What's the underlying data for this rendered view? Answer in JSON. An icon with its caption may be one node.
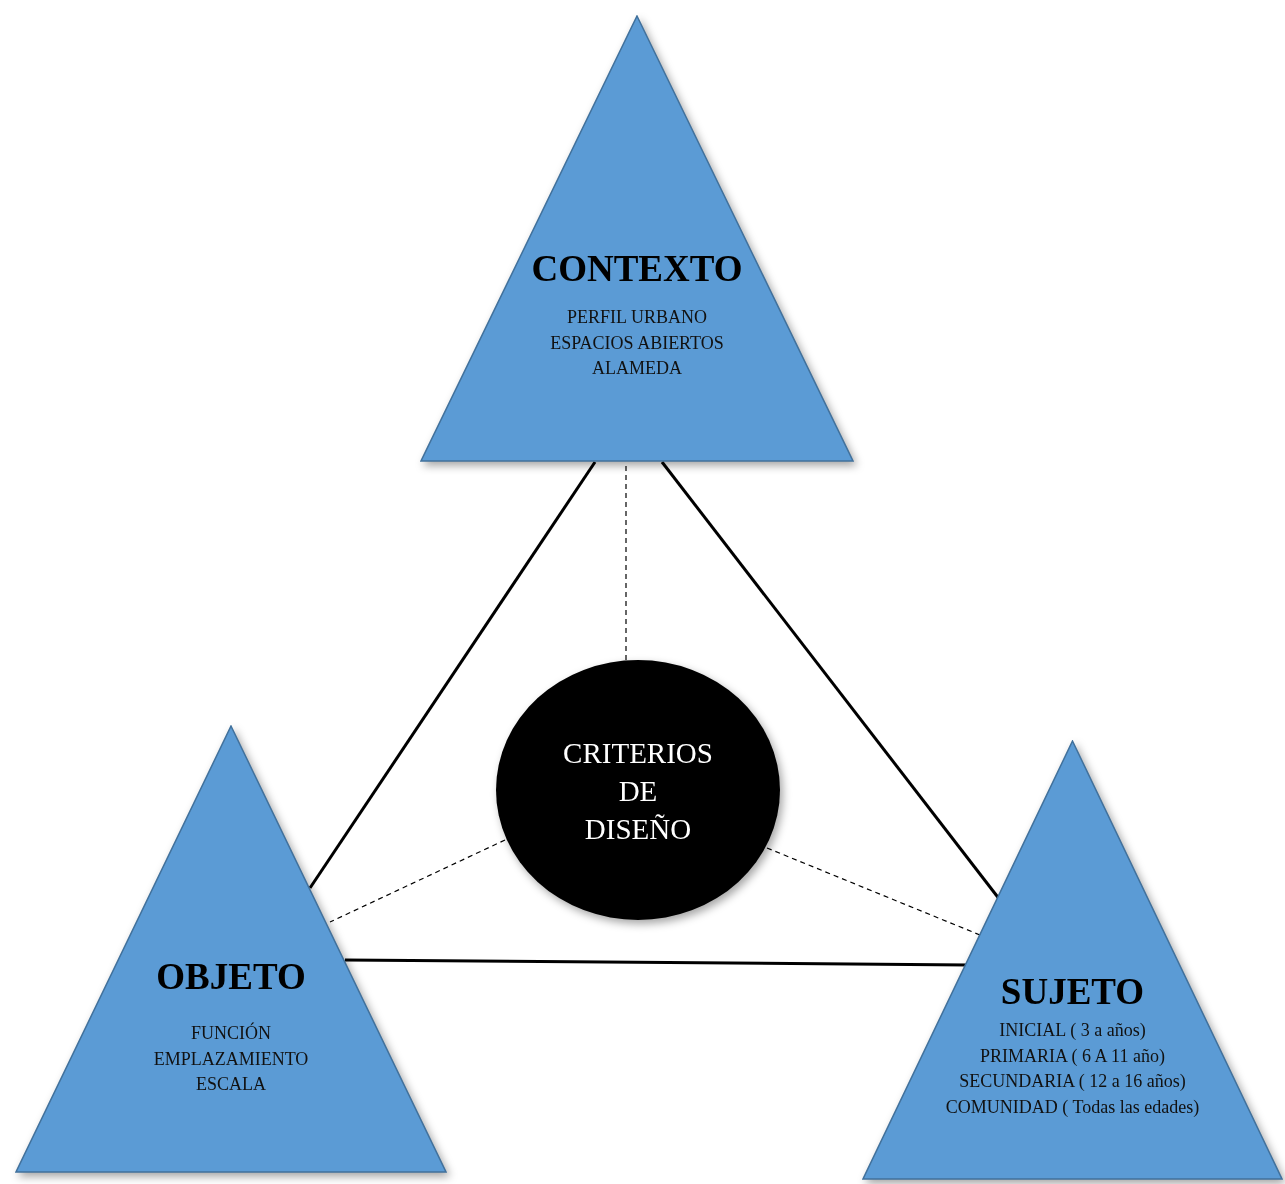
{
  "diagram": {
    "nodes": [
      {
        "text": [
          "CONTEXTO",
          "PERFIL URBANO",
          "ESPACIOS ABIERTOS",
          "ALAMEDA"
        ]
      },
      {
        "text": [
          "CRITERIOS DE DISEÑO"
        ]
      },
      {
        "text": [
          "OBJETO",
          "FUNCIÓN",
          "EMPLAZAMIENTO",
          "ESCALA"
        ]
      },
      {
        "text": [
          "SUJETO",
          "INICIAL ( 3 a  años)",
          "PRIMARIA ( 6 A 11 año)",
          "SECUNDARIA ( 12 a 16 años)",
          "COMUNIDAD ( Todas las edades)"
        ]
      }
    ],
    "edges": [
      {
        "from": 0,
        "to": 2,
        "arrow": "none"
      },
      {
        "from": 0,
        "to": 3,
        "arrow": "none"
      },
      {
        "from": 2,
        "to": 3,
        "arrow": "none"
      },
      {
        "from": 1,
        "to": 0,
        "arrow": "none",
        "style": "dashed"
      },
      {
        "from": 1,
        "to": 2,
        "arrow": "none",
        "style": "dashed"
      },
      {
        "from": 1,
        "to": 3,
        "arrow": "none",
        "style": "dashed"
      }
    ]
  }
}
